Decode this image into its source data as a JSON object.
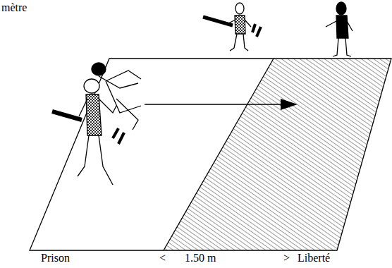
{
  "diagram": {
    "labels": [
      "mètre",
      "Prison",
      "<",
      "1.50 m",
      ">",
      "Liberté"
    ]
  }
}
